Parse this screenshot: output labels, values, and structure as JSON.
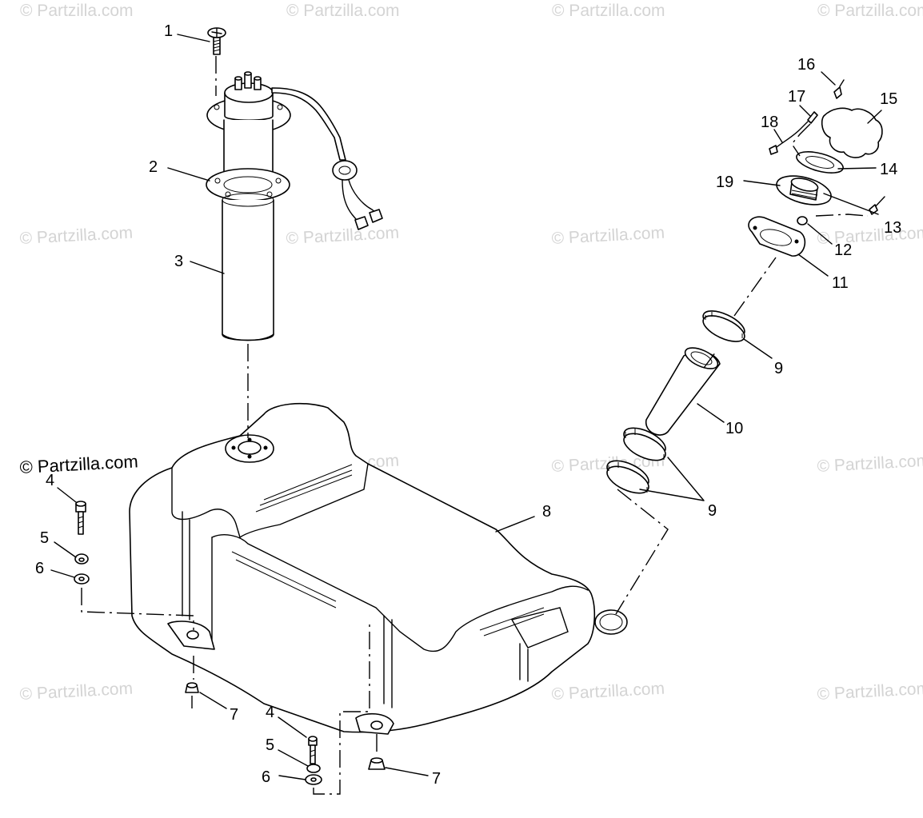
{
  "watermarks": {
    "text": "© Partzilla.com",
    "prominent": "© Partzilla.com"
  },
  "callouts": [
    {
      "id": "c1",
      "label": "1"
    },
    {
      "id": "c2",
      "label": "2"
    },
    {
      "id": "c3",
      "label": "3"
    },
    {
      "id": "c4a",
      "label": "4"
    },
    {
      "id": "c5a",
      "label": "5"
    },
    {
      "id": "c6a",
      "label": "6"
    },
    {
      "id": "c7a",
      "label": "7"
    },
    {
      "id": "c4b",
      "label": "4"
    },
    {
      "id": "c5b",
      "label": "5"
    },
    {
      "id": "c6b",
      "label": "6"
    },
    {
      "id": "c7b",
      "label": "7"
    },
    {
      "id": "c8",
      "label": "8"
    },
    {
      "id": "c9a",
      "label": "9"
    },
    {
      "id": "c9b",
      "label": "9"
    },
    {
      "id": "c10",
      "label": "10"
    },
    {
      "id": "c11",
      "label": "11"
    },
    {
      "id": "c12",
      "label": "12"
    },
    {
      "id": "c13",
      "label": "13"
    },
    {
      "id": "c14",
      "label": "14"
    },
    {
      "id": "c15",
      "label": "15"
    },
    {
      "id": "c16",
      "label": "16"
    },
    {
      "id": "c17",
      "label": "17"
    },
    {
      "id": "c18",
      "label": "18"
    },
    {
      "id": "c19",
      "label": "19"
    }
  ],
  "colors": {
    "line": "#000000",
    "watermark": "#d4d4d4",
    "background": "#ffffff"
  }
}
